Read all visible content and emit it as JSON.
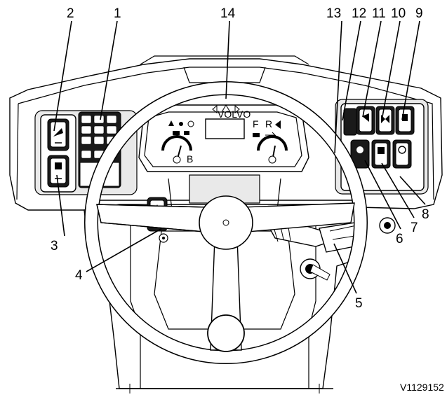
{
  "diagram": {
    "figure_code": "V1129152",
    "callouts": [
      {
        "id": "c1",
        "label": "1"
      },
      {
        "id": "c2",
        "label": "2"
      },
      {
        "id": "c3",
        "label": "3"
      },
      {
        "id": "c4",
        "label": "4"
      },
      {
        "id": "c5",
        "label": "5"
      },
      {
        "id": "c6",
        "label": "6"
      },
      {
        "id": "c7",
        "label": "7"
      },
      {
        "id": "c8",
        "label": "8"
      },
      {
        "id": "c9",
        "label": "9"
      },
      {
        "id": "c10",
        "label": "10"
      },
      {
        "id": "c11",
        "label": "11"
      },
      {
        "id": "c12",
        "label": "12"
      },
      {
        "id": "c13",
        "label": "13"
      },
      {
        "id": "c14",
        "label": "14"
      }
    ],
    "panel_text": {
      "forward": "F",
      "reverse": "R",
      "brand": "VOLVO"
    }
  }
}
